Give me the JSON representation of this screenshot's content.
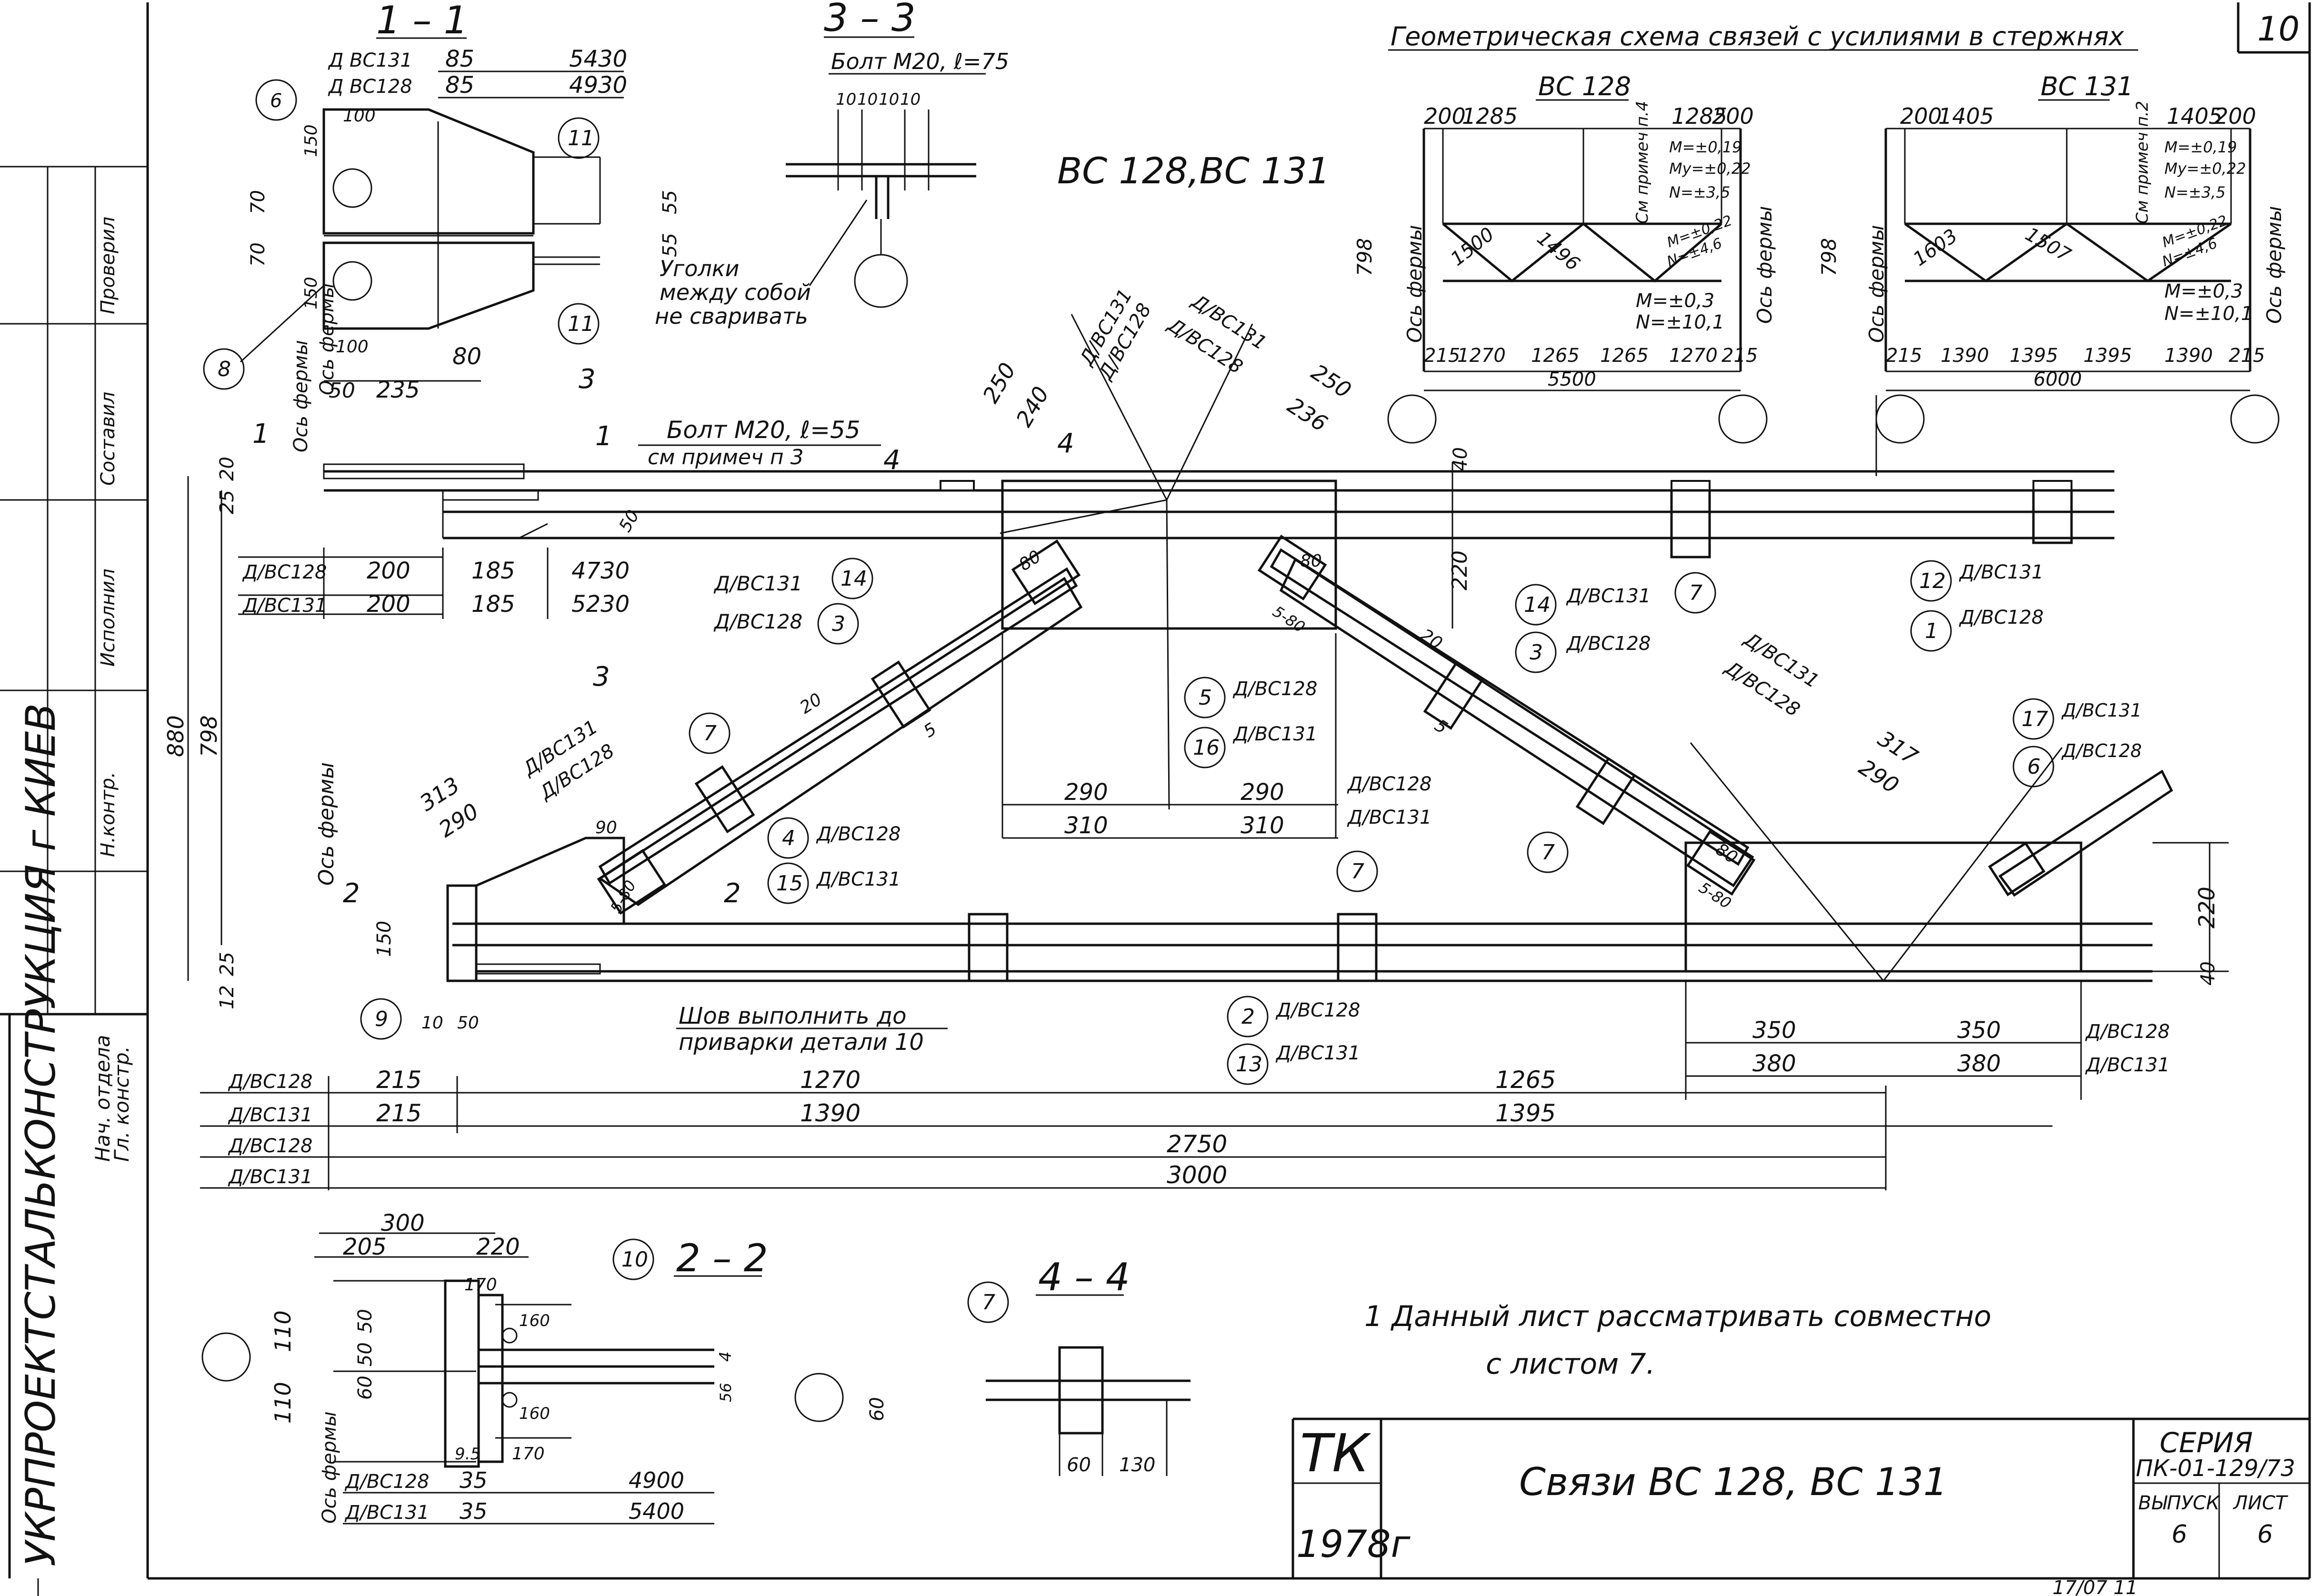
{
  "sheet": {
    "sheet_number": "10",
    "title_block": {
      "tk": "ТК",
      "year": "1978г",
      "title": "Связи ВС 128, ВС 131",
      "series_label": "СЕРИЯ",
      "series_code": "ПК-01-129/73",
      "issue_label": "ВЫПУСК",
      "issue_value": "6",
      "sheet_label": "ЛИСТ",
      "sheet_value": "6"
    },
    "org_vertical": "УКРПРОЕКТСТАЛЬКОНСТРУКЦИЯ г КИЕВ",
    "bottom_stamp": "17/07 11",
    "left_stamps": [
      "Нач. отдела",
      "Гл. констр.",
      "Проверил",
      "Исполнил",
      "Н.контр.",
      "Составил"
    ]
  },
  "headers": {
    "section_1_1": "1 – 1",
    "section_3_3": "3 – 3",
    "section_2_2": "2 – 2",
    "section_4_4": "4 – 4",
    "main_title": "ВС 128,ВС 131",
    "geom_title": "Геометрическая схема связей с усилиями в стержнях"
  },
  "notes": {
    "note1_line1": "1 Данный лист рассматривать совместно",
    "note1_line2": "с листом 7.",
    "bolt_m20_75": "Болт М20, ℓ=75",
    "bolt_m20_55": "Болт М20, ℓ=55",
    "see_note3": "см примеч п 3",
    "angles_note_1": "Уголки",
    "angles_note_2": "между собой",
    "angles_note_3": "не сваривать",
    "weld_note_1": "Шов выполнить до",
    "weld_note_2": "приварки детали 10",
    "truss_axis": "Ось фермы"
  },
  "section_1_1": {
    "rows": [
      {
        "label": "Д ВС131",
        "a": "85",
        "b": "5430"
      },
      {
        "label": "Д ВС128",
        "a": "85",
        "b": "4930"
      }
    ],
    "dims": [
      "100",
      "150",
      "70",
      "70",
      "150",
      "100",
      "50",
      "235",
      "80",
      "55",
      "55"
    ],
    "callouts": [
      "11",
      "11",
      "8",
      "6"
    ]
  },
  "section_3_3": {
    "spacings": [
      "10",
      "10",
      "10",
      "10"
    ]
  },
  "geom_bc128": {
    "label": "ВС 128",
    "top_dims": [
      "200",
      "1285",
      "1285",
      "200"
    ],
    "bar_lengths": [
      "1500",
      "1496"
    ],
    "forces_top": [
      "M=±0,19",
      "My=±0,22",
      "N=±3,5"
    ],
    "forces_right": [
      "M=±0,22",
      "N=±4,6"
    ],
    "forces_bottom": [
      "M=±0,3",
      "N=±10,1"
    ],
    "bottom_dims": [
      "215",
      "1270",
      "1265",
      "1265",
      "1270",
      "215"
    ],
    "span": "5500",
    "height": "798",
    "see_note": "См примеч п.4"
  },
  "geom_bc131": {
    "label": "ВС 131",
    "top_dims": [
      "200",
      "1405",
      "1405",
      "200"
    ],
    "bar_lengths": [
      "1603",
      "1507"
    ],
    "forces_top": [
      "M=±0,19",
      "My=±0,22",
      "N=±3,5"
    ],
    "forces_right": [
      "M=±0,22",
      "N=±4,6"
    ],
    "forces_bottom": [
      "M=±0,3",
      "N=±10,1"
    ],
    "bottom_dims": [
      "215",
      "1390",
      "1395",
      "1395",
      "1390",
      "215"
    ],
    "span": "6000",
    "height": "798",
    "see_note": "См примеч п.2"
  },
  "elevation": {
    "top_chord_rows": [
      {
        "label": "Д/ВС128",
        "v1": "200",
        "v2": "185",
        "v3": "4730"
      },
      {
        "label": "Д/ВС131",
        "v1": "200",
        "v2": "185",
        "v3": "5230"
      }
    ],
    "left_dims": [
      "880",
      "798",
      "25",
      "20",
      "25",
      "12",
      "150"
    ],
    "left_diag": {
      "d1": "313",
      "d2": "290",
      "l1": "Д/ВС131",
      "l2": "Д/ВС128"
    },
    "apex": {
      "d1": "250",
      "d2": "240",
      "d3": "250",
      "d4": "236",
      "l1": "Д/ВС131",
      "l2": "Д/ВС128",
      "l3": "Д/ВС131",
      "l4": "Д/ВС128"
    },
    "center_dims": [
      {
        "a": "290",
        "b": "290",
        "l": "Д/ВС128"
      },
      {
        "a": "310",
        "b": "310",
        "l": "Д/ВС131"
      }
    ],
    "right_diag": {
      "d1": "317",
      "d2": "290",
      "l1": "Д/ВС131",
      "l2": "Д/ВС128"
    },
    "right_end_dims": [
      {
        "a": "350",
        "b": "350",
        "l": "Д/ВС128"
      },
      {
        "a": "380",
        "b": "380",
        "l": "Д/ВС131"
      }
    ],
    "right_vert": [
      "220",
      "40"
    ],
    "top_right_vert": [
      "40",
      "220"
    ],
    "weld_marks": [
      "80",
      "90",
      "5-80",
      "20",
      "5",
      "80",
      "5-80",
      "20",
      "5",
      "80",
      "5-80",
      "50",
      "10",
      "50"
    ],
    "callouts": [
      {
        "n": "14",
        "l": "Д/ВС131"
      },
      {
        "n": "3",
        "l": "Д/ВС128"
      },
      {
        "n": "4",
        "l": "Д/ВС128"
      },
      {
        "n": "15",
        "l": "Д/ВС131"
      },
      {
        "n": "5",
        "l": "Д/ВС128"
      },
      {
        "n": "16",
        "l": "Д/ВС131"
      },
      {
        "n": "14",
        "l": "Д/ВС131"
      },
      {
        "n": "3",
        "l": "Д/ВС128"
      },
      {
        "n": "12",
        "l": "Д/ВС131"
      },
      {
        "n": "1",
        "l": "Д/ВС128"
      },
      {
        "n": "17",
        "l": "Д/ВС131"
      },
      {
        "n": "6",
        "l": "Д/ВС128"
      },
      {
        "n": "2",
        "l": "Д/ВС128"
      },
      {
        "n": "13",
        "l": "Д/ВС131"
      },
      {
        "n": "7"
      },
      {
        "n": "7"
      },
      {
        "n": "7"
      },
      {
        "n": "7"
      },
      {
        "n": "7"
      },
      {
        "n": "9"
      }
    ],
    "section_marks": [
      "1",
      "1",
      "2",
      "2",
      "3",
      "3",
      "4",
      "4"
    ]
  },
  "bottom_dims": [
    {
      "label": "Д/ВС128",
      "a": "215",
      "b": "1270",
      "c": "1265"
    },
    {
      "label": "Д/ВС131",
      "a": "215",
      "b": "1390",
      "c": "1395"
    },
    {
      "label": "Д/ВС128",
      "total": "2750"
    },
    {
      "label": "Д/ВС131",
      "total": "3000"
    }
  ],
  "section_2_2": {
    "top": [
      "300",
      "205",
      "220"
    ],
    "left": [
      "110",
      "110",
      "50",
      "50",
      "60"
    ],
    "inner": [
      "170",
      "160",
      "160",
      "170",
      "9.5",
      "4",
      "56"
    ],
    "callout": "10",
    "rows": [
      {
        "label": "Д/ВС128",
        "a": "35",
        "b": "4900"
      },
      {
        "label": "Д/ВС131",
        "a": "35",
        "b": "5400"
      }
    ],
    "axis": "Ось фермы"
  },
  "section_4_4": {
    "callout": "7",
    "dims": [
      "60",
      "60",
      "130"
    ]
  }
}
